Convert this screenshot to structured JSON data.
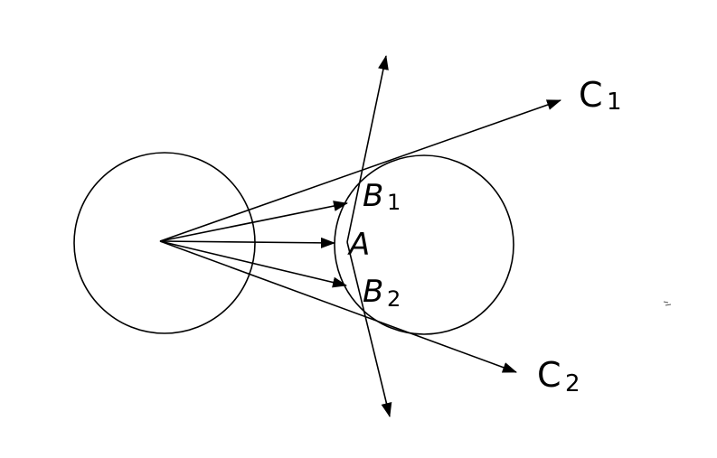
{
  "labels": {
    "A": "A",
    "B1_main": "B",
    "B1_sub": "1",
    "B2_main": "B",
    "B2_sub": "2",
    "C1_main": "C",
    "C1_sub": "1",
    "C2_main": "C",
    "C2_sub": "2"
  },
  "colors": {
    "ink": "#000000",
    "background": "#ffffff"
  }
}
